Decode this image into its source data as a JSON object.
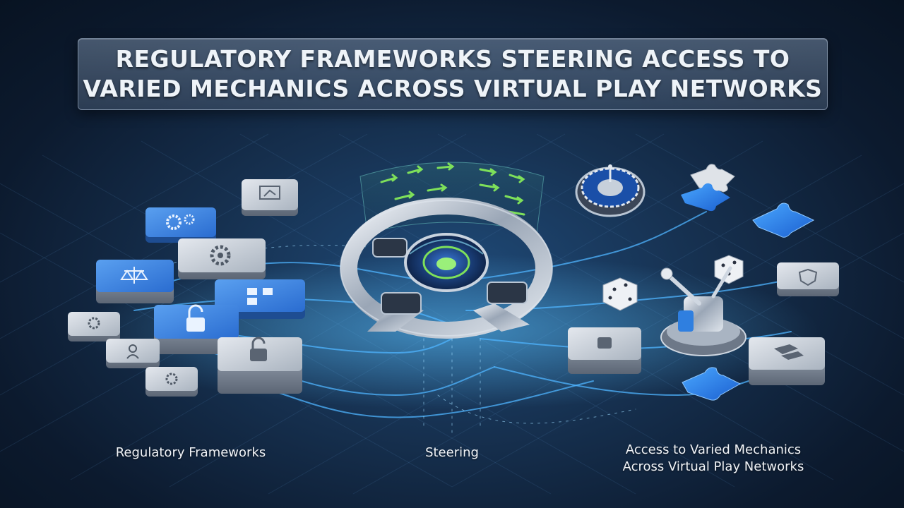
{
  "header": {
    "title_line1": "REGULATORY FRAMEWORKS STEERING ACCESS TO",
    "title_line2": "VARIED MECHANICS ACROSS VIRTUAL PLAY NETWORKS"
  },
  "captions": {
    "left": "Regulatory Frameworks",
    "middle": "Steering",
    "right_line1": "Access to Varied Mechanics",
    "right_line2": "Across Virtual Play Networks"
  },
  "colors": {
    "accent_blue": "#2f7fe0",
    "circuit_glow": "#4fb4ff",
    "arrow_green": "#7ee05a",
    "tile_gray": "#b9c2cc",
    "puzzle_white": "#dfe3e8"
  },
  "icons": {
    "left_tiles": [
      "presentation-icon",
      "gears-icon",
      "gear-icon",
      "scales-icon",
      "flowchart-icon",
      "padlock-icon",
      "gear-icon",
      "profile-icon",
      "padlock-icon",
      "gear-icon"
    ],
    "center": [
      "steering-wheel-icon",
      "arrow-icon"
    ],
    "right": [
      "roulette-wheel-icon",
      "puzzle-piece-icon",
      "dice-icon",
      "slot-lever-icon",
      "shield-icon",
      "padlock-icon",
      "blocks-icon"
    ]
  }
}
